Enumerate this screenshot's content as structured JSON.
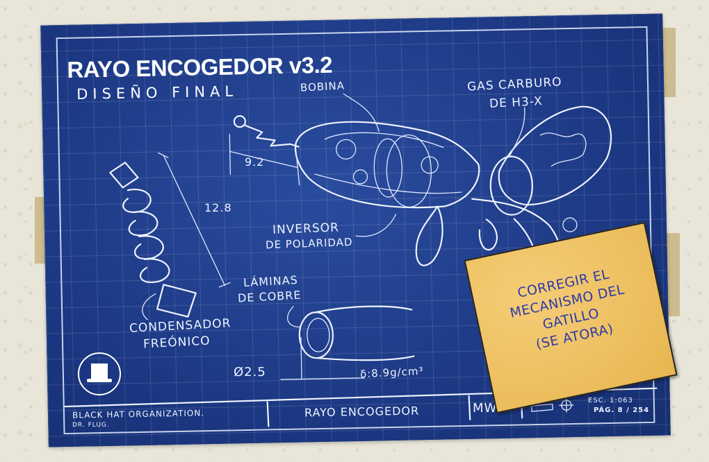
{
  "blueprint": {
    "title": "RAYO ENCOGEDOR v3.2",
    "subtitle": "DISEÑO FINAL",
    "labels": {
      "bobina": "BOBINA",
      "gas_line1": "GAS CARBURO",
      "gas_line2": "DE H3-X",
      "dim_92": "9.2",
      "dim_128": "12.8",
      "inversor_line1": "INVERSOR",
      "inversor_line2": "DE POLARIDAD",
      "laminas_line1": "LÁMINAS",
      "laminas_line2": "DE COBRE",
      "condensador_line1": "CONDENSADOR",
      "condensador_line2": "FREÓNICO",
      "diameter": "Ø2.5",
      "density": "δ:8.9g/cm³"
    },
    "title_block": {
      "organization": "BLACK HAT ORGANIZATION.",
      "author": "DR. FLUG.",
      "name": "RAYO ENCOGEDOR",
      "initials": "MW",
      "scale": "ESC. 1:063",
      "page": "PÁG. 8 / 254"
    }
  },
  "sticky_note": {
    "line1": "CORREGIR EL",
    "line2": "MECANISMO DEL",
    "line3": "GATILLO",
    "line4": "(SE ATORA)"
  },
  "colors": {
    "blueprint": "#1d3a86",
    "chalk": "#eef3ff",
    "sticky": "#f0c263",
    "sticky_ink": "#2d3aa8",
    "paper": "#e9e6d9"
  }
}
